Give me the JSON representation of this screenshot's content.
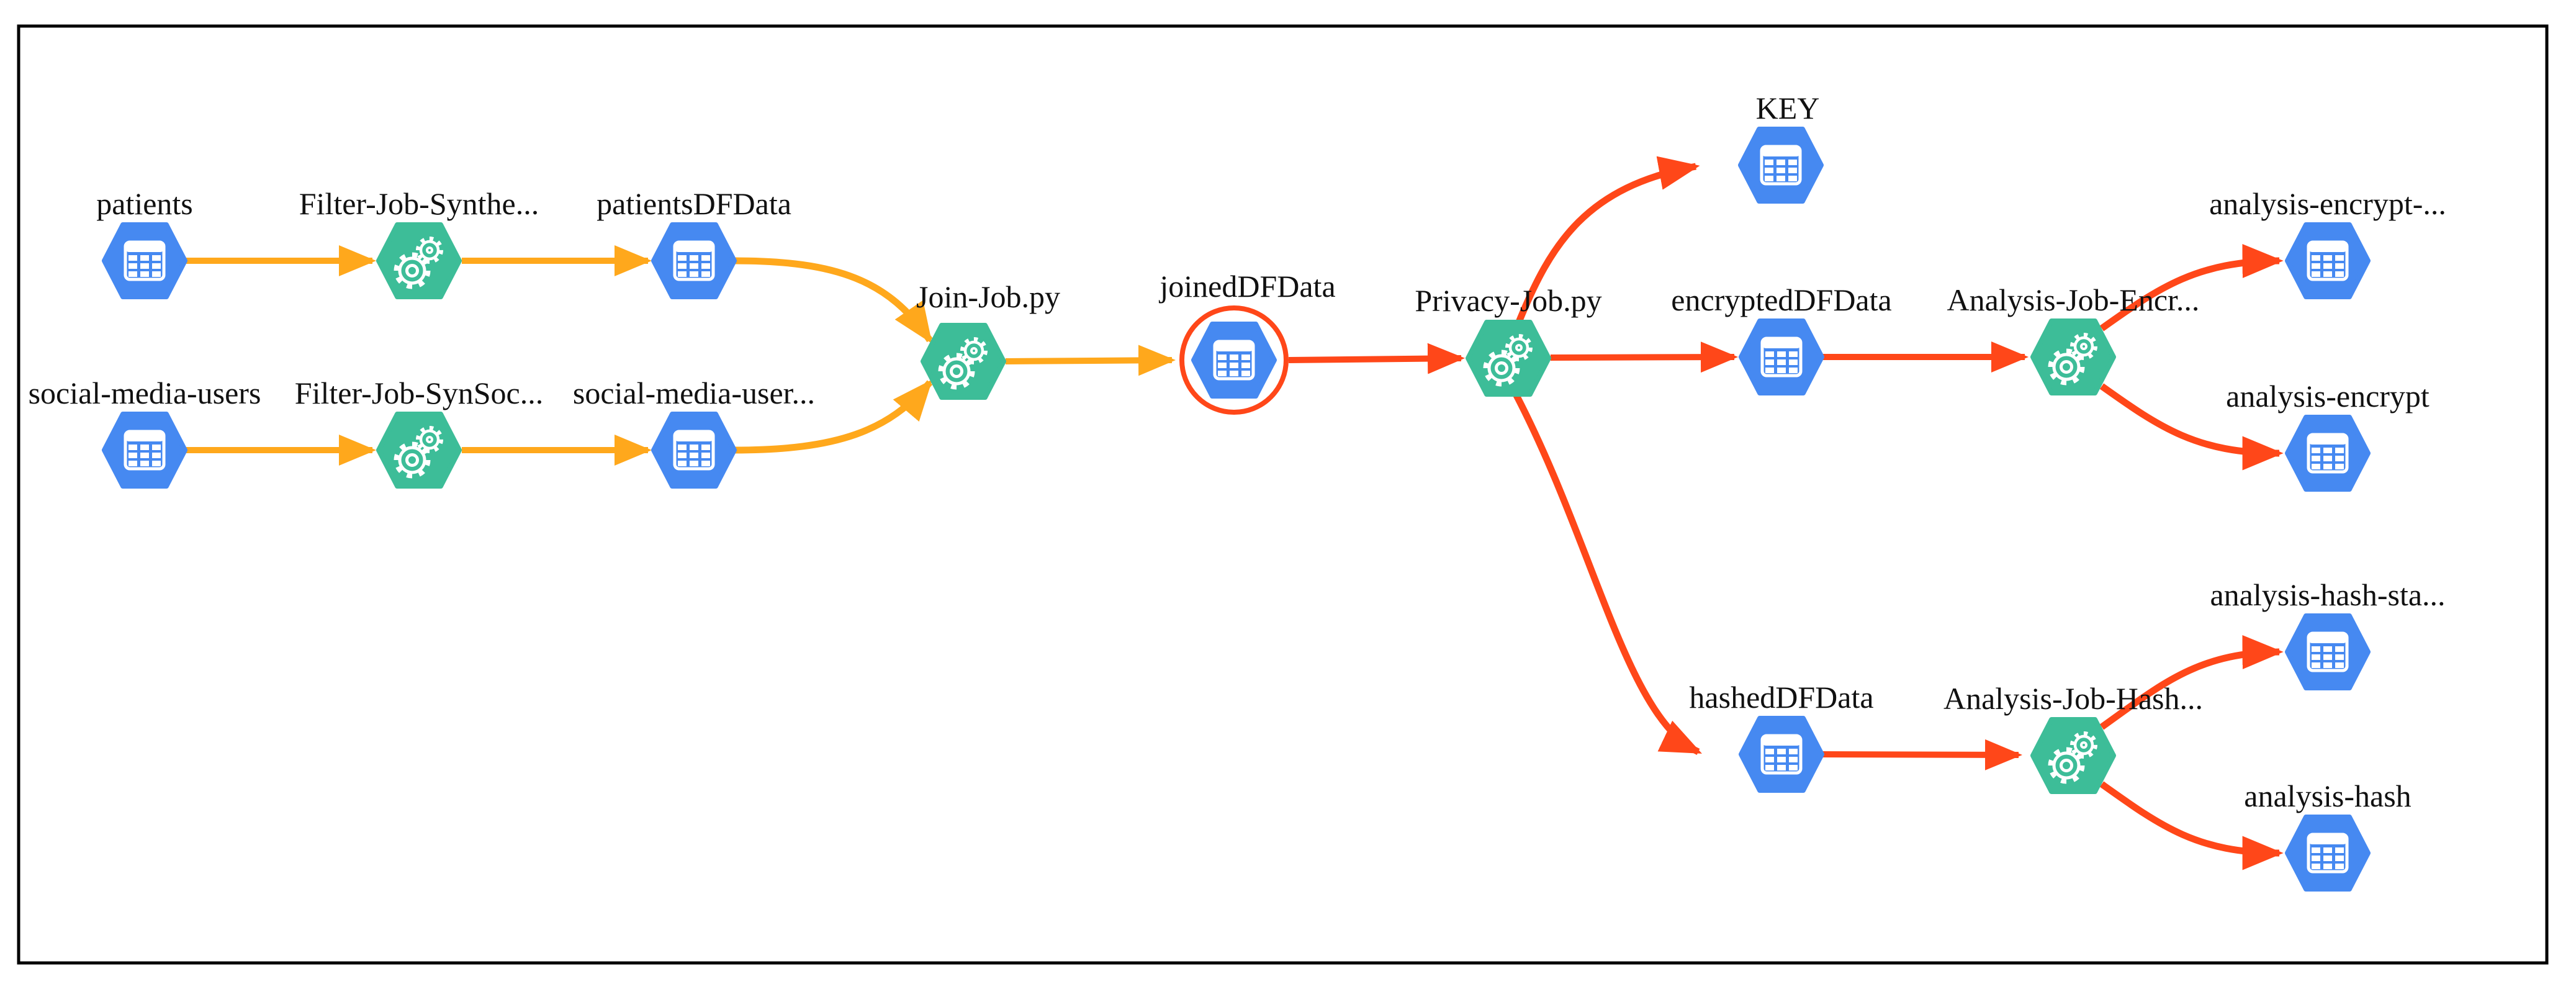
{
  "diagram": {
    "kind": "data-lineage-graph",
    "colors": {
      "dataset_node": "#4689F1",
      "job_node": "#3DBD98",
      "edge_upstream": "#FFA81C",
      "edge_downstream": "#FF4719",
      "selection_ring": "#FF4719",
      "frame": "#000000",
      "background": "#FFFFFF",
      "label_text": "#111111",
      "icon": "#FFFFFF"
    },
    "nodes": [
      {
        "id": "patients",
        "label": "patients",
        "type": "dataset",
        "selected": false
      },
      {
        "id": "filter-job-synthe",
        "label": "Filter-Job-Synthe...",
        "type": "job",
        "selected": false
      },
      {
        "id": "patientsDFData",
        "label": "patientsDFData",
        "type": "dataset",
        "selected": false
      },
      {
        "id": "social-media-users",
        "label": "social-media-users",
        "type": "dataset",
        "selected": false
      },
      {
        "id": "filter-job-synsoc",
        "label": "Filter-Job-SynSoc...",
        "type": "job",
        "selected": false
      },
      {
        "id": "social-media-user",
        "label": "social-media-user...",
        "type": "dataset",
        "selected": false
      },
      {
        "id": "join-job",
        "label": "Join-Job.py",
        "type": "job",
        "selected": false
      },
      {
        "id": "joinedDFData",
        "label": "joinedDFData",
        "type": "dataset",
        "selected": true
      },
      {
        "id": "privacy-job",
        "label": "Privacy-Job.py",
        "type": "job",
        "selected": false
      },
      {
        "id": "key",
        "label": "KEY",
        "type": "dataset",
        "selected": false
      },
      {
        "id": "encryptedDFData",
        "label": "encryptedDFData",
        "type": "dataset",
        "selected": false
      },
      {
        "id": "analysis-job-encr",
        "label": "Analysis-Job-Encr...",
        "type": "job",
        "selected": false
      },
      {
        "id": "analysis-encrypt-trunc",
        "label": "analysis-encrypt-...",
        "type": "dataset",
        "selected": false
      },
      {
        "id": "analysis-encrypt",
        "label": "analysis-encrypt",
        "type": "dataset",
        "selected": false
      },
      {
        "id": "hashedDFData",
        "label": "hashedDFData",
        "type": "dataset",
        "selected": false
      },
      {
        "id": "analysis-job-hash",
        "label": "Analysis-Job-Hash...",
        "type": "job",
        "selected": false
      },
      {
        "id": "analysis-hash-sta",
        "label": "analysis-hash-sta...",
        "type": "dataset",
        "selected": false
      },
      {
        "id": "analysis-hash",
        "label": "analysis-hash",
        "type": "dataset",
        "selected": false
      }
    ],
    "edges": [
      {
        "from": "patients",
        "to": "filter-job-synthe",
        "color": "orange"
      },
      {
        "from": "filter-job-synthe",
        "to": "patientsDFData",
        "color": "orange"
      },
      {
        "from": "patientsDFData",
        "to": "join-job",
        "color": "orange"
      },
      {
        "from": "social-media-users",
        "to": "filter-job-synsoc",
        "color": "orange"
      },
      {
        "from": "filter-job-synsoc",
        "to": "social-media-user",
        "color": "orange"
      },
      {
        "from": "social-media-user",
        "to": "join-job",
        "color": "orange"
      },
      {
        "from": "join-job",
        "to": "joinedDFData",
        "color": "orange"
      },
      {
        "from": "joinedDFData",
        "to": "privacy-job",
        "color": "red"
      },
      {
        "from": "privacy-job",
        "to": "key",
        "color": "red"
      },
      {
        "from": "privacy-job",
        "to": "encryptedDFData",
        "color": "red"
      },
      {
        "from": "privacy-job",
        "to": "hashedDFData",
        "color": "red"
      },
      {
        "from": "encryptedDFData",
        "to": "analysis-job-encr",
        "color": "red"
      },
      {
        "from": "analysis-job-encr",
        "to": "analysis-encrypt-trunc",
        "color": "red"
      },
      {
        "from": "analysis-job-encr",
        "to": "analysis-encrypt",
        "color": "red"
      },
      {
        "from": "hashedDFData",
        "to": "analysis-job-hash",
        "color": "red"
      },
      {
        "from": "analysis-job-hash",
        "to": "analysis-hash-sta",
        "color": "red"
      },
      {
        "from": "analysis-job-hash",
        "to": "analysis-hash",
        "color": "red"
      }
    ]
  }
}
